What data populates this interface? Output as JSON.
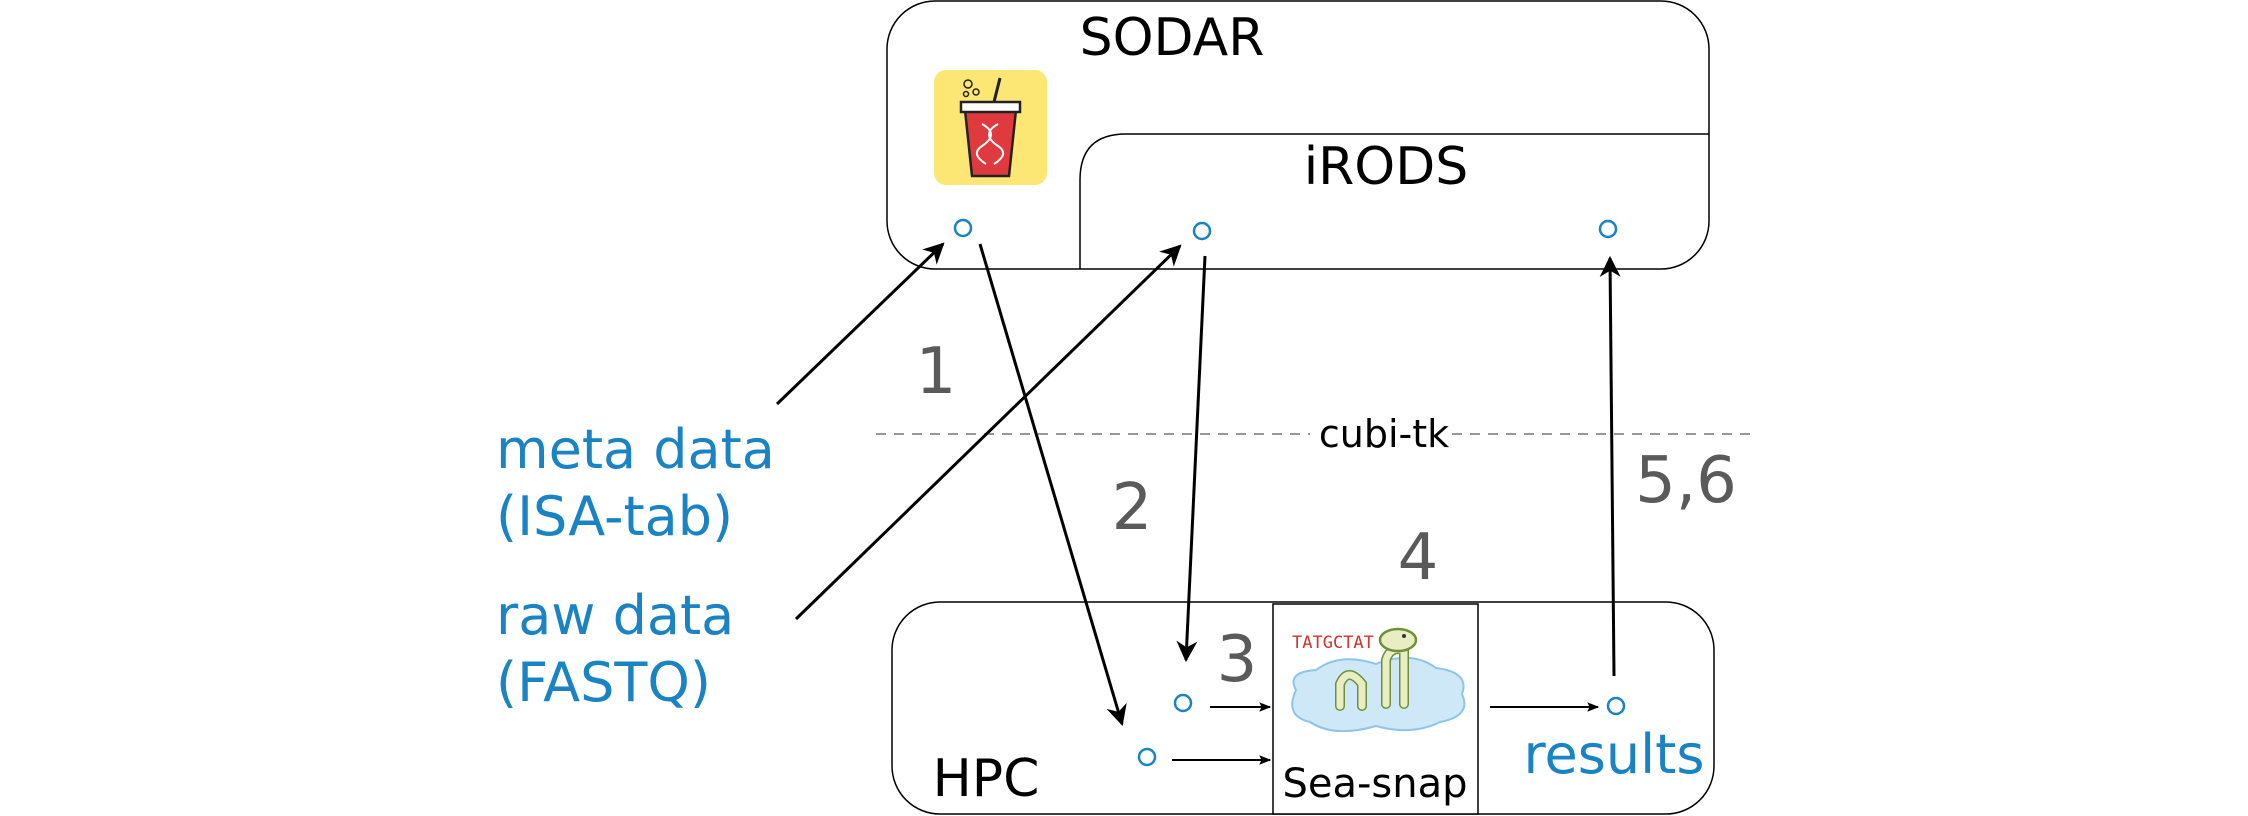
{
  "labels": {
    "sodar": "SODAR",
    "irods": "iRODS",
    "hpc": "HPC",
    "cubi_tk": "cubi-tk",
    "meta_data_line1": "meta data",
    "meta_data_line2": "(ISA-tab)",
    "raw_data_line1": "raw data",
    "raw_data_line2": "(FASTQ)",
    "results": "results",
    "sea_snap": "Sea-snap",
    "sea_snap_dna": "TATGCTAT",
    "step_1": "1",
    "step_2": "2",
    "step_3": "3",
    "step_4": "4",
    "step_5_6": "5,6"
  },
  "colors": {
    "blue": "#1a83c4",
    "gray": "#5a5a5a",
    "black": "#000000",
    "logo_bg": "#fce774",
    "logo_cup": "#e03a3e"
  },
  "icons": [
    "sodar-logo-icon",
    "sea-snap-logo-icon"
  ]
}
